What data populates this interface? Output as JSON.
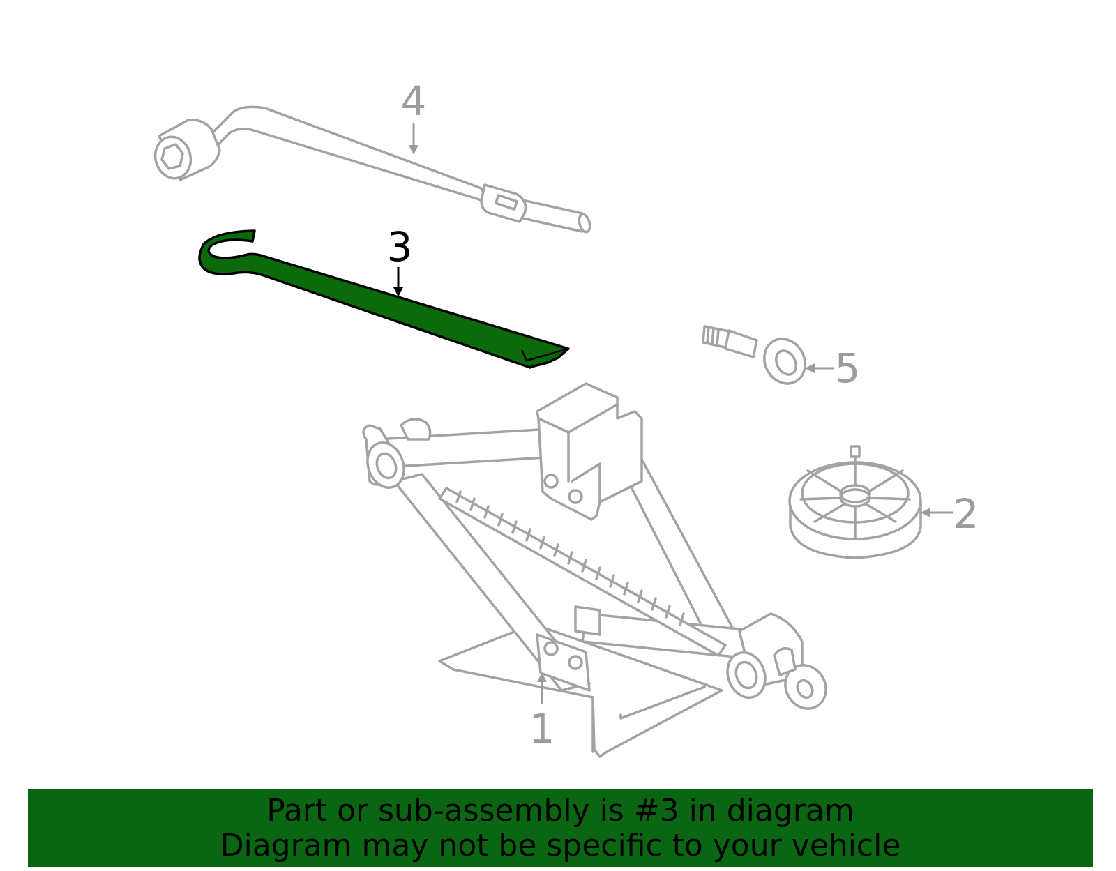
{
  "callouts": {
    "jack": "1",
    "wheel_chock": "2",
    "jack_handle": "3",
    "lug_wrench": "4",
    "tow_hook": "5"
  },
  "highlighted_part": "3",
  "colors": {
    "highlight_fill": "#0b6b0b",
    "banner_background": "#0a6612",
    "part_outline": "#a3a3a3",
    "callout_inactive": "#9c9c9c",
    "callout_active": "#000000"
  },
  "banner": {
    "line1": "Part or sub-assembly is #3 in diagram",
    "line2": "Diagram may not be specific to your vehicle"
  }
}
